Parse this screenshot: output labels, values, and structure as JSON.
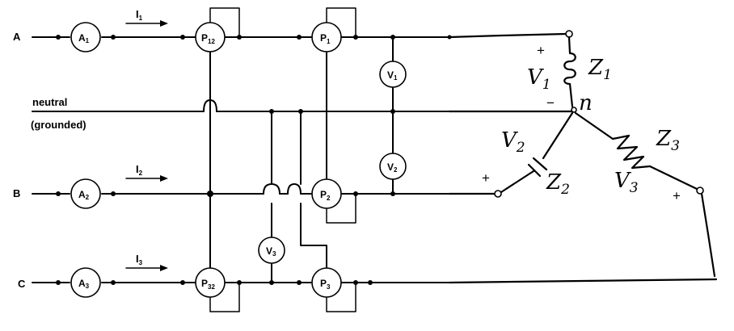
{
  "lines": {
    "a": "A",
    "b": "B",
    "c": "C",
    "neutral": "neutral",
    "grounded": "(grounded)"
  },
  "currents": {
    "i1": {
      "main": "I",
      "sub": "1"
    },
    "i2": {
      "main": "I",
      "sub": "2"
    },
    "i3": {
      "main": "I",
      "sub": "3"
    }
  },
  "meters": {
    "a1": {
      "main": "A",
      "sub": "1"
    },
    "a2": {
      "main": "A",
      "sub": "2"
    },
    "a3": {
      "main": "A",
      "sub": "3"
    },
    "p12": {
      "main": "P",
      "sub": "12"
    },
    "p1": {
      "main": "P",
      "sub": "1"
    },
    "p2": {
      "main": "P",
      "sub": "2"
    },
    "p32": {
      "main": "P",
      "sub": "32"
    },
    "p3": {
      "main": "P",
      "sub": "3"
    },
    "v1": {
      "main": "V",
      "sub": "1"
    },
    "v2": {
      "main": "V",
      "sub": "2"
    },
    "v3": {
      "main": "V",
      "sub": "3"
    }
  },
  "load": {
    "v1": {
      "main": "V",
      "sub": "1"
    },
    "z1": {
      "main": "Z",
      "sub": "1"
    },
    "v2": {
      "main": "V",
      "sub": "2"
    },
    "z2": {
      "main": "Z",
      "sub": "2"
    },
    "v3": {
      "main": "V",
      "sub": "3"
    },
    "z3": {
      "main": "Z",
      "sub": "3"
    },
    "n": "n",
    "plus": "+",
    "minus": "−"
  }
}
